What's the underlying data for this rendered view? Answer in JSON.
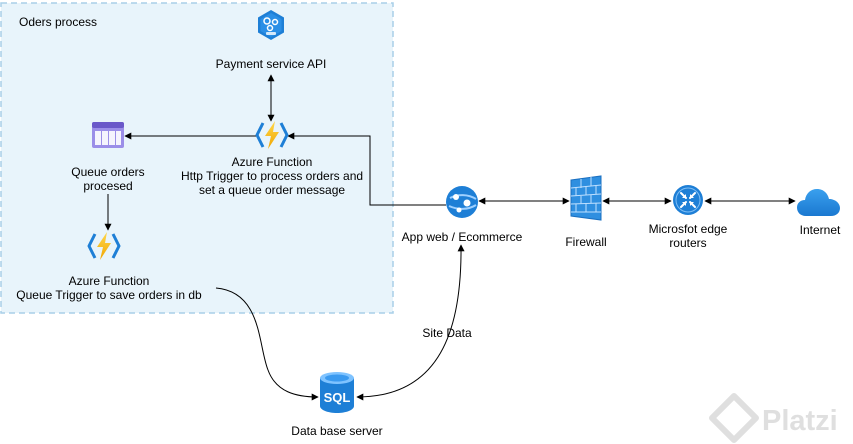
{
  "group": {
    "title": "Oders process"
  },
  "nodes": {
    "payment_api": {
      "label": "Payment service API",
      "icon": "api-management-icon"
    },
    "azure_function_http": {
      "lines": [
        "Azure Function",
        "Http Trigger to process orders and",
        "set a queue order message"
      ],
      "icon": "azure-function-icon"
    },
    "queue_orders": {
      "lines": [
        "Queue orders",
        "procesed"
      ],
      "icon": "storage-queue-icon"
    },
    "azure_function_queue": {
      "lines": [
        "Azure Function",
        "Queue Trigger to save orders in db"
      ],
      "icon": "azure-function-icon"
    },
    "app_web": {
      "label": "App web / Ecommerce",
      "icon": "web-app-icon"
    },
    "firewall": {
      "label": "Firewall",
      "icon": "firewall-icon"
    },
    "edge_routers": {
      "lines": [
        "Microsfot edge",
        "routers"
      ],
      "icon": "router-icon"
    },
    "internet": {
      "label": "Internet",
      "icon": "cloud-icon"
    },
    "database": {
      "label": "Data base server",
      "icon": "sql-database-icon",
      "icon_text": "SQL"
    }
  },
  "edges": {
    "site_data": {
      "label": "Site Data"
    }
  },
  "watermark": {
    "text": "Platzi"
  },
  "colors": {
    "group_fill": "#e8f4fb",
    "group_border": "#a9cfe8",
    "azure_blue": "#1e7fd6",
    "function_yellow": "#f5b800",
    "queue_purple": "#7a6ad8",
    "firewall_blue": "#2f8fe0",
    "watermark_grey": "#d8d8d8"
  }
}
